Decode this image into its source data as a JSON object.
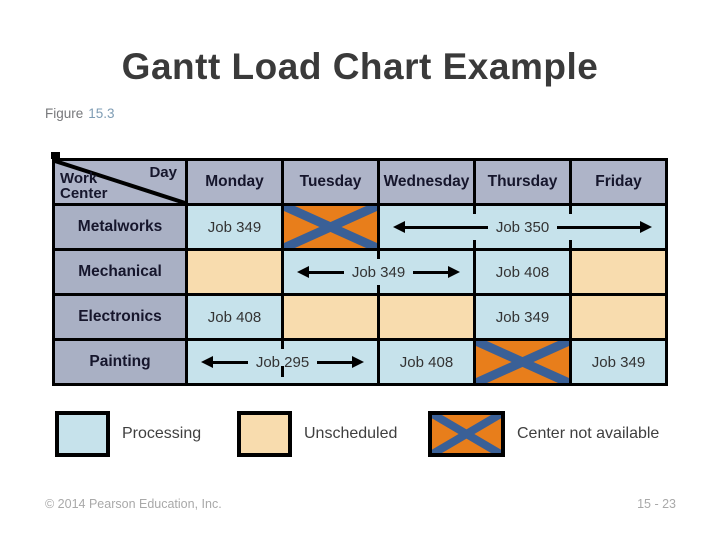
{
  "slide": {
    "title": "Gantt Load Chart Example",
    "figure_label": "Figure",
    "figure_number": "15.3",
    "footer_left": "© 2014 Pearson Education, Inc.",
    "footer_right": "15 - 23"
  },
  "colors": {
    "header_bg": "#aeb4c8",
    "processing_blue": "#c6e2eb",
    "unscheduled_tan": "#f8dcae",
    "unavailable_orange": "#e87e1b",
    "unavailable_x_blue": "#3a6097",
    "grid_border": "#000000",
    "figure_number_blue": "#7e9cb4"
  },
  "chart_data": {
    "type": "table",
    "title": "Gantt Load Chart Example",
    "figure": "Figure 15.3",
    "corner": {
      "day": "Day",
      "work_center": "Work Center"
    },
    "columns": [
      "Monday",
      "Tuesday",
      "Wednesday",
      "Thursday",
      "Friday"
    ],
    "rows": [
      {
        "work_center": "Metalworks",
        "cells": [
          {
            "days": [
              "Monday"
            ],
            "status": "processing",
            "label": "Job 349",
            "arrow": false
          },
          {
            "days": [
              "Tuesday"
            ],
            "status": "center-not-available",
            "label": "",
            "arrow": false
          },
          {
            "days": [
              "Wednesday",
              "Thursday",
              "Friday"
            ],
            "status": "processing",
            "label": "Job 350",
            "arrow": true
          }
        ]
      },
      {
        "work_center": "Mechanical",
        "cells": [
          {
            "days": [
              "Monday"
            ],
            "status": "unscheduled",
            "label": "",
            "arrow": false
          },
          {
            "days": [
              "Tuesday",
              "Wednesday"
            ],
            "status": "processing",
            "label": "Job 349",
            "arrow": true
          },
          {
            "days": [
              "Thursday"
            ],
            "status": "processing",
            "label": "Job 408",
            "arrow": false
          },
          {
            "days": [
              "Friday"
            ],
            "status": "unscheduled",
            "label": "",
            "arrow": false
          }
        ]
      },
      {
        "work_center": "Electronics",
        "cells": [
          {
            "days": [
              "Monday"
            ],
            "status": "processing",
            "label": "Job 408",
            "arrow": false
          },
          {
            "days": [
              "Tuesday"
            ],
            "status": "unscheduled",
            "label": "",
            "arrow": false
          },
          {
            "days": [
              "Wednesday"
            ],
            "status": "unscheduled",
            "label": "",
            "arrow": false
          },
          {
            "days": [
              "Thursday"
            ],
            "status": "processing",
            "label": "Job 349",
            "arrow": false
          },
          {
            "days": [
              "Friday"
            ],
            "status": "unscheduled",
            "label": "",
            "arrow": false
          }
        ]
      },
      {
        "work_center": "Painting",
        "cells": [
          {
            "days": [
              "Monday",
              "Tuesday"
            ],
            "status": "processing",
            "label": "Job 295",
            "arrow": true
          },
          {
            "days": [
              "Wednesday"
            ],
            "status": "processing",
            "label": "Job 408",
            "arrow": false
          },
          {
            "days": [
              "Thursday"
            ],
            "status": "center-not-available",
            "label": "",
            "arrow": false
          },
          {
            "days": [
              "Friday"
            ],
            "status": "processing",
            "label": "Job 349",
            "arrow": false
          }
        ]
      }
    ],
    "legend": [
      {
        "status": "processing",
        "label": "Processing"
      },
      {
        "status": "unscheduled",
        "label": "Unscheduled"
      },
      {
        "status": "center-not-available",
        "label": "Center not available"
      }
    ]
  }
}
